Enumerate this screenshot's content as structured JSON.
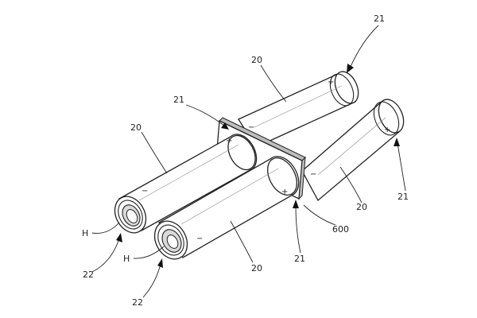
{
  "labels": {
    "battery": "20",
    "terminal": "21",
    "end_part": "22",
    "hole": "H",
    "plate": "600"
  },
  "signs": {
    "plus": "+",
    "minus": "−"
  }
}
